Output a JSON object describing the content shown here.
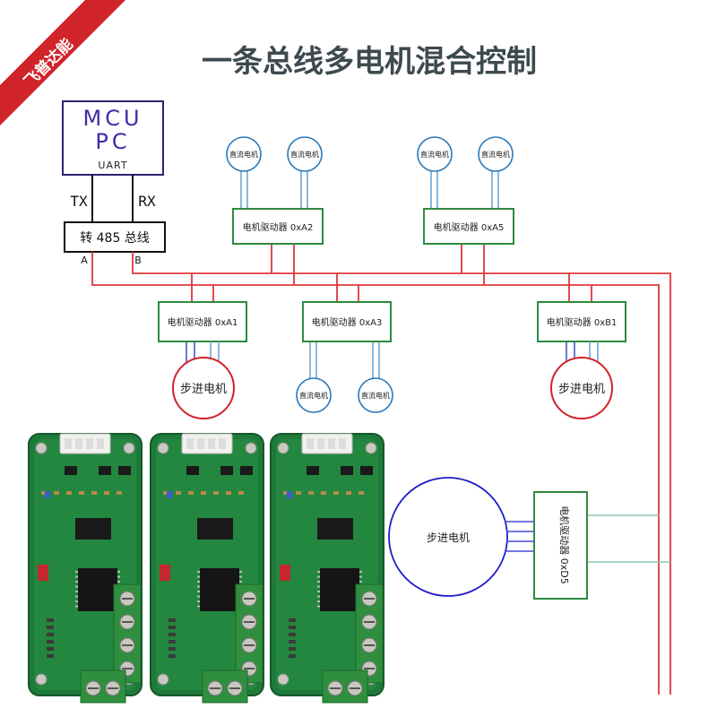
{
  "brand": {
    "label": "飞普达能",
    "color": "#d0232a"
  },
  "title": "一条总线多电机混合控制",
  "host": {
    "line1": "MCU",
    "line2": "PC",
    "port": "UART",
    "tx": "TX",
    "rx": "RX",
    "text_color": "#3b2ea8"
  },
  "converter": {
    "label": "转 485 总线",
    "pin_a": "A",
    "pin_b": "B"
  },
  "drivers": {
    "a1": "电机驱动器 0xA1",
    "a2": "电机驱动器 0xA2",
    "a3": "电机驱动器 0xA3",
    "a5": "电机驱动器 0xA5",
    "b1": "电机驱动器 0xB1",
    "d5": "电机驱动器 0xD5"
  },
  "motors": {
    "dc": "直流电机",
    "stepper": "步进电机"
  },
  "colors": {
    "bus": "#e0373d",
    "driver_border": "#2e8b3e",
    "dc_motor": "#2a78b8",
    "stepper_motor": "#d0232a",
    "big_stepper": "#1c1cc8",
    "pcb": "#1e7a3a",
    "terminal": "#2f8f3f"
  },
  "icons": {
    "board": "pcb-board-icon",
    "terminal": "screw-terminal-icon"
  }
}
